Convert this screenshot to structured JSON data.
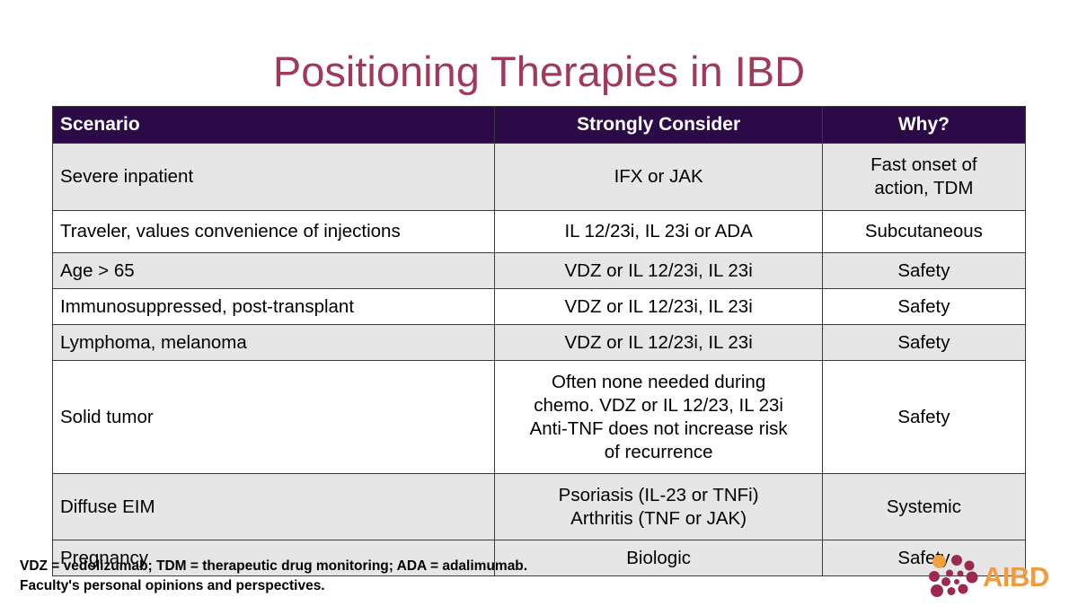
{
  "slide": {
    "title": "Positioning Therapies in IBD"
  },
  "table": {
    "columns": [
      {
        "key": "scenario",
        "label": "Scenario",
        "align": "left"
      },
      {
        "key": "consider",
        "label": "Strongly Consider",
        "align": "center"
      },
      {
        "key": "why",
        "label": "Why?",
        "align": "center"
      }
    ],
    "rows": [
      {
        "scenario": "Severe inpatient",
        "consider": "IFX or JAK",
        "why": "Fast onset of\naction, TDM",
        "shaded": true
      },
      {
        "scenario": "Traveler, values convenience of injections",
        "consider": "IL 12/23i, IL 23i or ADA",
        "why": "Subcutaneous",
        "shaded": false
      },
      {
        "scenario": "Age > 65",
        "consider": "VDZ or IL 12/23i, IL 23i",
        "why": "Safety",
        "shaded": true
      },
      {
        "scenario": "Immunosuppressed, post-transplant",
        "consider": "VDZ or IL 12/23i, IL 23i",
        "why": "Safety",
        "shaded": false
      },
      {
        "scenario": "Lymphoma, melanoma",
        "consider": "VDZ or IL 12/23i, IL 23i",
        "why": "Safety",
        "shaded": true
      },
      {
        "scenario": "Solid tumor",
        "consider": "Often none needed during\nchemo. VDZ or IL 12/23, IL 23i\nAnti-TNF does not increase risk\nof recurrence",
        "why": "Safety",
        "shaded": false
      },
      {
        "scenario": "Diffuse EIM",
        "consider": "Psoriasis (IL-23 or TNFi)\nArthritis (TNF or JAK)",
        "why": "Systemic",
        "shaded": true
      },
      {
        "scenario": "Pregnancy",
        "consider": "Biologic",
        "why": "Safety",
        "shaded": true
      }
    ]
  },
  "footnote": {
    "line1": "VDZ = vedolizumab; TDM = therapeutic drug monitoring; ADA = adalimumab.",
    "line2": "Faculty's personal opinions and perspectives."
  },
  "logo": {
    "wordmark": "AIBD",
    "dot_color": "#9c2a4e",
    "accent_dot_color": "#f0a03c",
    "text_color": "#ef9b41"
  },
  "colors": {
    "title": "#a03a58",
    "header_bg": "#2b0a47",
    "header_text": "#ffffff",
    "row_shaded_bg": "#e6e6e6",
    "row_plain_bg": "#ffffff",
    "border": "#3a3a3a",
    "body_text": "#000000"
  }
}
